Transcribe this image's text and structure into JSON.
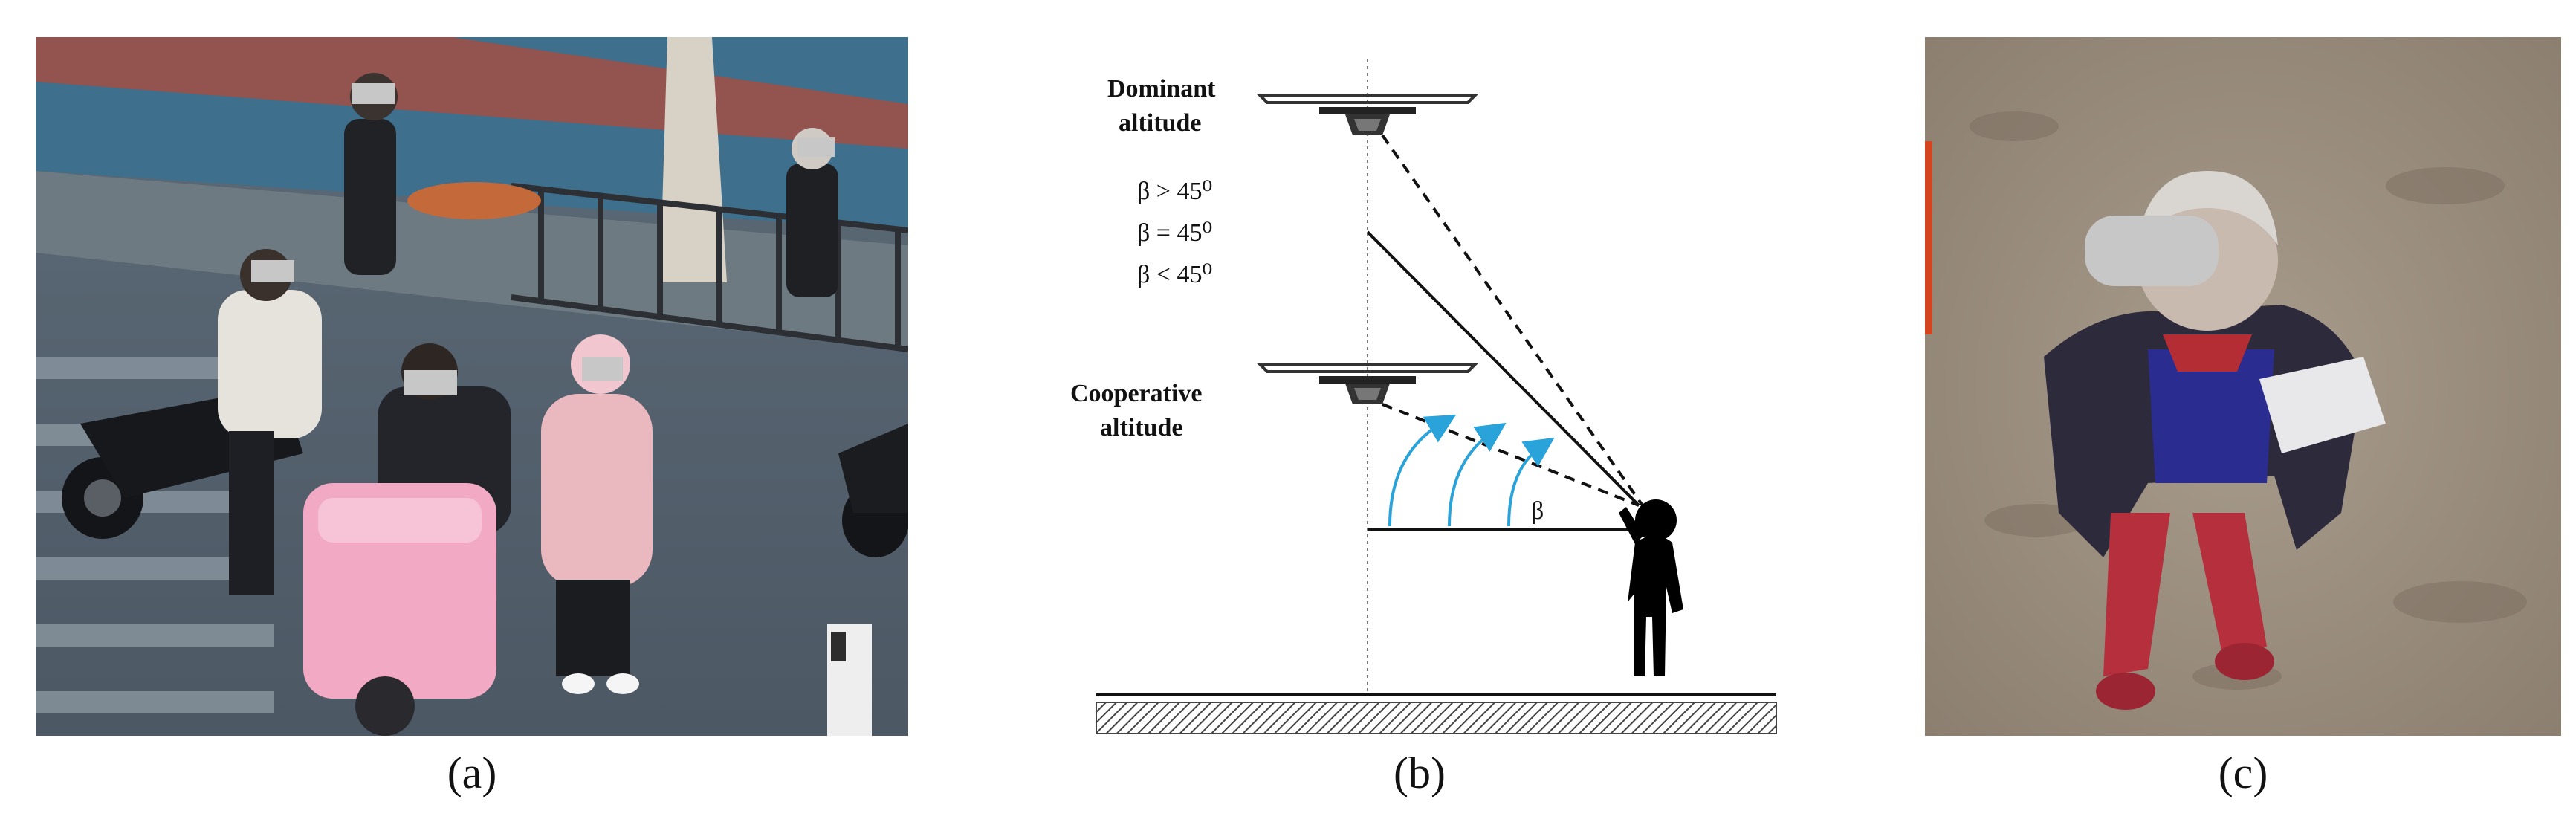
{
  "panels": {
    "a": {
      "caption": "(a)"
    },
    "b": {
      "caption": "(b)",
      "dominant_label": [
        "Dominant",
        "altitude"
      ],
      "cooperative_label": [
        "Cooperative",
        "altitude"
      ],
      "beta_gt": "β > 45⁰",
      "beta_eq": "β = 45⁰",
      "beta_lt": "β < 45⁰",
      "beta": "β"
    },
    "c": {
      "caption": "(c)"
    }
  },
  "colors": {
    "arc": "#29a3d9",
    "line": "#111111",
    "ground_hatch": "#444444"
  }
}
